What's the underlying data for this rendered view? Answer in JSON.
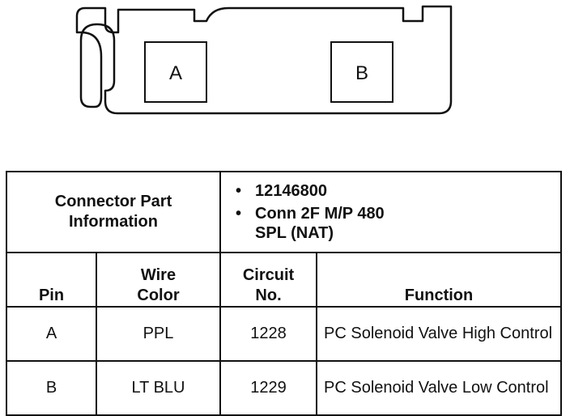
{
  "connector": {
    "pins": [
      "A",
      "B"
    ]
  },
  "table": {
    "part_info_label": "Connector Part Information",
    "part_numbers": [
      "12146800",
      "Conn 2F M/P 480 SPL (NAT)"
    ],
    "columns": [
      "Pin",
      "Wire Color",
      "Circuit No.",
      "Function"
    ],
    "rows": [
      {
        "pin": "A",
        "wire_color": "PPL",
        "circuit": "1228",
        "function": "PC Solenoid Valve High Control"
      },
      {
        "pin": "B",
        "wire_color": "LT BLU",
        "circuit": "1229",
        "function": "PC Solenoid Valve Low Control"
      }
    ]
  }
}
